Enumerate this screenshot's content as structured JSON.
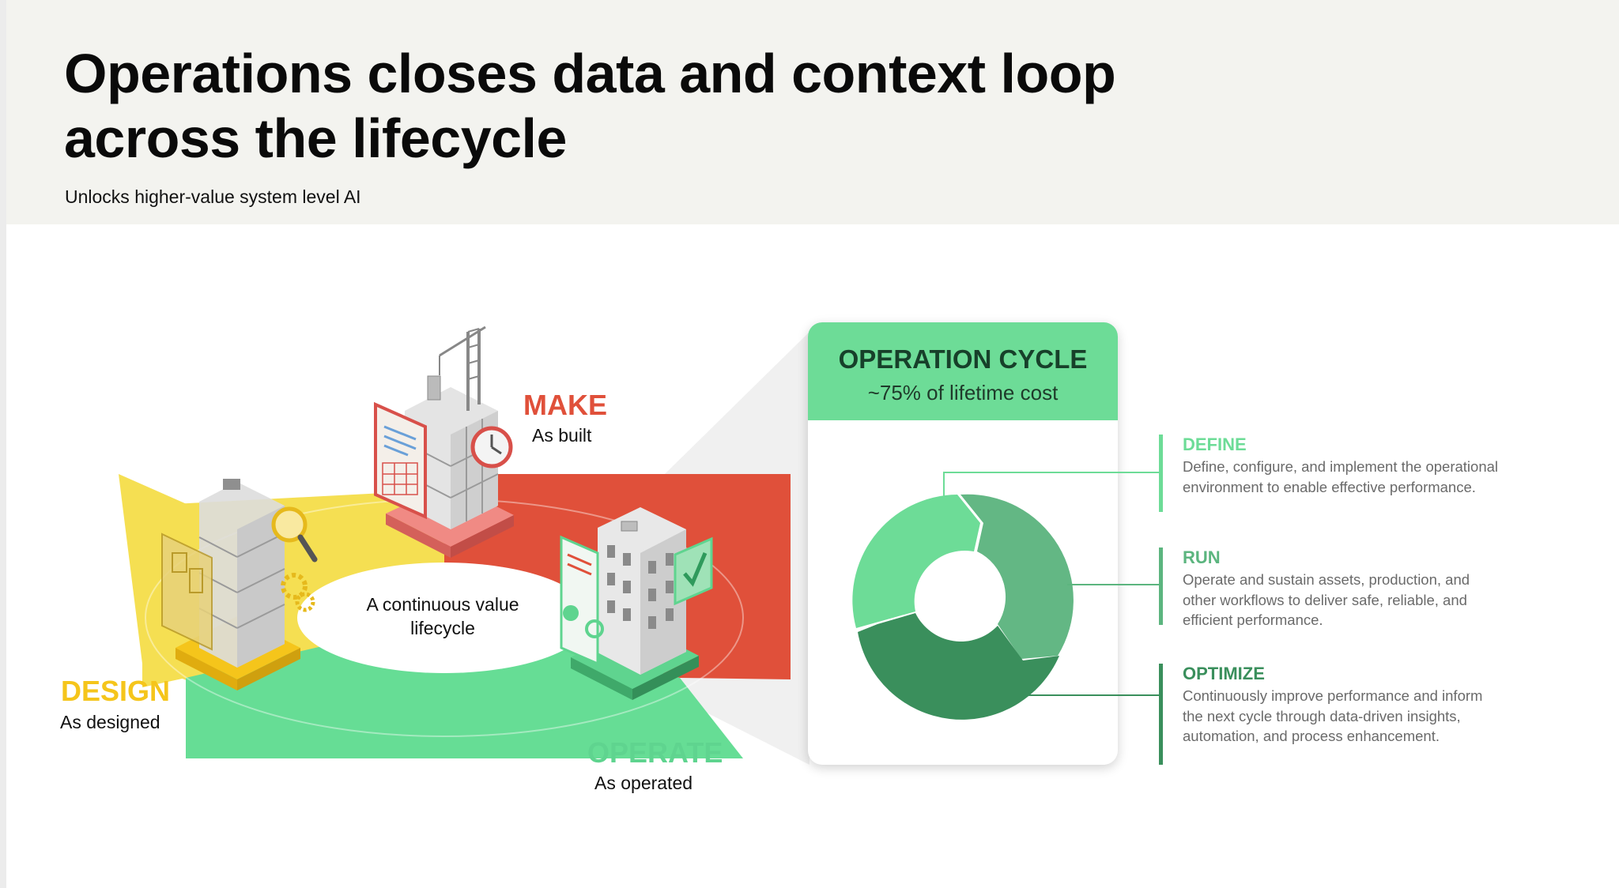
{
  "header": {
    "title": "Operations closes data and context loop across the lifecycle",
    "subtitle": "Unlocks higher-value system level AI"
  },
  "lifecycle": {
    "center_label": "A continuous value lifecycle",
    "stages": [
      {
        "name": "MAKE",
        "sub": "As built",
        "color": "#e0503a"
      },
      {
        "name": "DESIGN",
        "sub": "As designed",
        "color": "#f5c51b"
      },
      {
        "name": "OPERATE",
        "sub": "As operated",
        "color": "#5fd48f"
      }
    ]
  },
  "operation_cycle": {
    "title": "OPERATION CYCLE",
    "subtitle": "~75% of lifetime cost",
    "header_color": "#6ddc97",
    "steps": [
      {
        "name": "DEFINE",
        "color": "#6ddc97",
        "description": "Define, configure, and implement the operational environment to enable effective performance."
      },
      {
        "name": "RUN",
        "color": "#5cb57f",
        "description": "Operate and sustain assets, production, and other workflows to deliver safe, reliable, and efficient performance."
      },
      {
        "name": "OPTIMIZE",
        "color": "#3a8f5c",
        "description": "Continuously improve performance and inform the next cycle through data-driven insights, automation, and process enhancement."
      }
    ]
  }
}
